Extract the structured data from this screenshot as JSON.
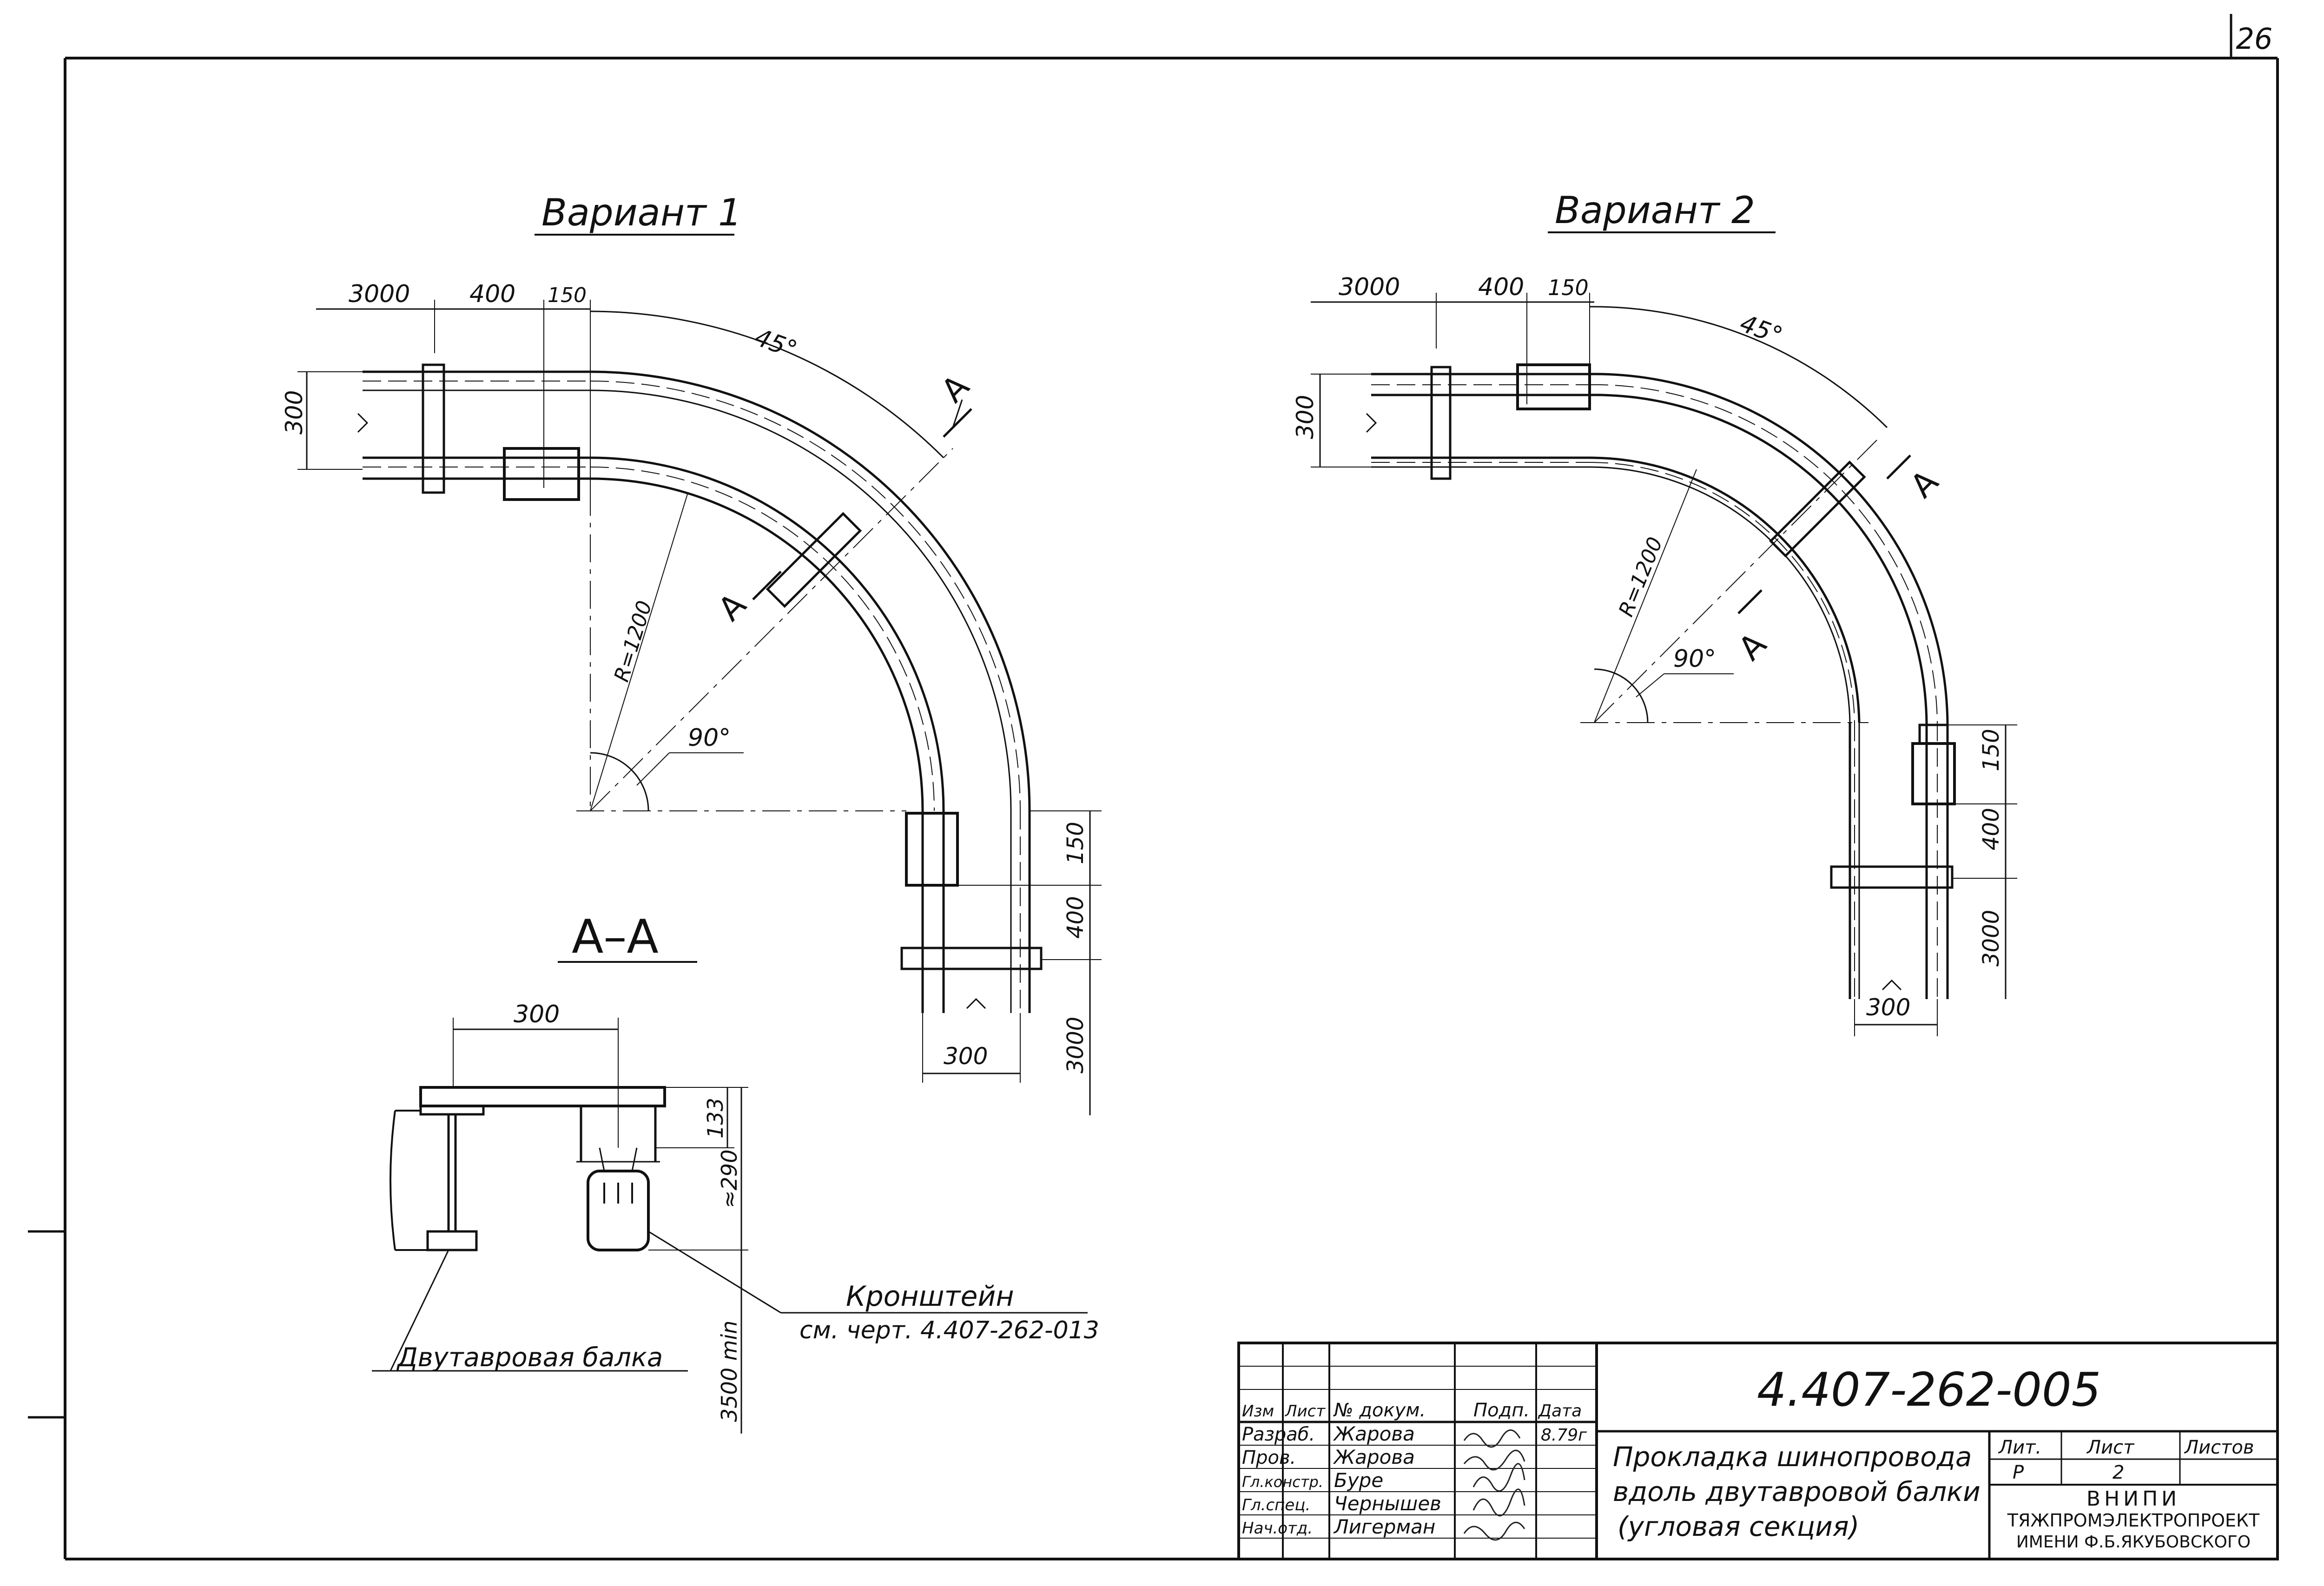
{
  "page_number": "26",
  "variant1": {
    "title": "Вариант 1",
    "dim_3000": "3000",
    "dim_400": "400",
    "dim_150": "150",
    "dim_300": "300",
    "angle_45": "45°",
    "radius": "R=1200",
    "angle_90": "90°",
    "section_mark": "A",
    "dim_v_150": "150",
    "dim_v_400": "400",
    "dim_v_3000": "3000",
    "dim_bottom_300": "300"
  },
  "variant2": {
    "title": "Вариант 2",
    "dim_3000": "3000",
    "dim_400": "400",
    "dim_150": "150",
    "dim_300": "300",
    "angle_45": "45°",
    "radius": "R=1200",
    "angle_90": "90°",
    "section_mark": "A",
    "dim_v_150": "150",
    "dim_v_400": "400",
    "dim_v_3000": "3000",
    "dim_bottom_300": "300"
  },
  "section": {
    "title": "А–А",
    "dim_300": "300",
    "dim_133": "133",
    "dim_290": "≈290",
    "dim_3500": "3500 min",
    "bracket_label": "Кронштейн",
    "bracket_ref": "см. черт. 4.407-262-013",
    "beam_label": "Двутавровая балка"
  },
  "title_block": {
    "doc_number": "4.407-262-005",
    "headers": [
      "Изм",
      "Лист",
      "№ докум.",
      "Подп.",
      "Дата"
    ],
    "date": "8.79г",
    "rows": [
      {
        "role": "Разраб.",
        "name": "Жарова"
      },
      {
        "role": "Пров.",
        "name": "Жарова"
      },
      {
        "role": "Гл.констр.",
        "name": "Буре"
      },
      {
        "role": "Гл.спец.",
        "name": "Чернышев"
      },
      {
        "role": "Нач.отд.",
        "name": "Лигерман"
      }
    ],
    "description": [
      "Прокладка шинопровода",
      "вдоль двутавровой балки",
      "(угловая секция)"
    ],
    "lit_header": "Лит.",
    "sheet_header": "Лист",
    "sheets_header": "Листов",
    "lit_value": "Р",
    "sheet_value": "2",
    "org": [
      "ВНИПИ",
      "ТЯЖПРОМЭЛЕКТРОПРОЕКТ",
      "ИМЕНИ Ф.Б.ЯКУБОВСКОГО"
    ]
  }
}
